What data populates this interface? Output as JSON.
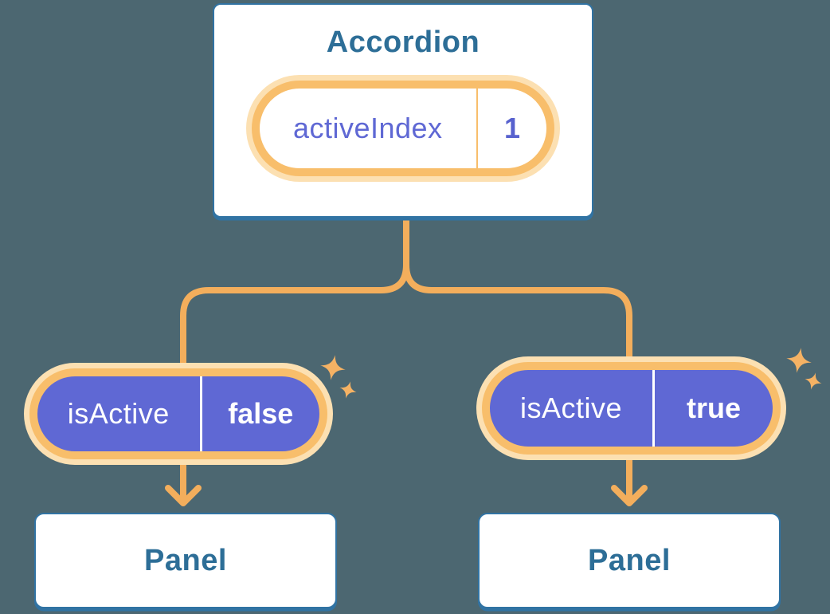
{
  "diagram": {
    "root": {
      "title": "Accordion",
      "state": {
        "label": "activeIndex",
        "value": "1"
      }
    },
    "children": [
      {
        "prop_label": "isActive",
        "prop_value": "false",
        "panel_label": "Panel"
      },
      {
        "prop_label": "isActive",
        "prop_value": "true",
        "panel_label": "Panel"
      }
    ]
  },
  "colors": {
    "background": "#4C6771",
    "card_fill": "#FFFFFF",
    "card_border_blue": "#3173A3",
    "card_text_blue": "#2D6E97",
    "pill_ring_orange": "#F8BE6B",
    "pill_glow": "#FCE0B2",
    "connector_orange": "#F3AE5C",
    "sparkle_orange": "#F5B264",
    "prop_pill_purple": "#5F68D4",
    "state_value_purple": "#5761CE",
    "pill_text_white": "#FFFFFF"
  }
}
